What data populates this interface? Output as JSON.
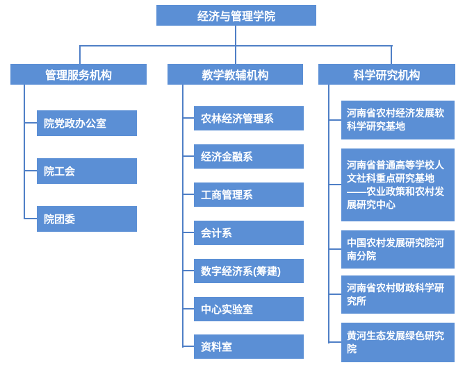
{
  "org": {
    "root_label": "经济与管理学院",
    "branches": [
      {
        "label": "管理服务机构",
        "children": [
          {
            "label": "院党政办公室"
          },
          {
            "label": "院工会"
          },
          {
            "label": "院团委"
          }
        ]
      },
      {
        "label": "教学教辅机构",
        "children": [
          {
            "label": "农林经济管理系"
          },
          {
            "label": "经济金融系"
          },
          {
            "label": "工商管理系"
          },
          {
            "label": "会计系"
          },
          {
            "label": "数字经济系(筹建)"
          },
          {
            "label": "中心实验室"
          },
          {
            "label": "资料室"
          }
        ]
      },
      {
        "label": "科学研究机构",
        "children": [
          {
            "label": "河南省农村经济发展软科学研究基地"
          },
          {
            "label": "河南省普通高等学校人文社科重点研究基地——农业政策和农村发展研究中心"
          },
          {
            "label": "中国农村发展研究院河南分院"
          },
          {
            "label": "河南省农村财政科学研究所"
          },
          {
            "label": "黄河生态发展绿色研究院"
          }
        ]
      }
    ],
    "colors": {
      "box_fill": "#5b8fd5",
      "connector": "#4f7fc6",
      "text": "#ffffff",
      "background": "#ffffff"
    }
  }
}
